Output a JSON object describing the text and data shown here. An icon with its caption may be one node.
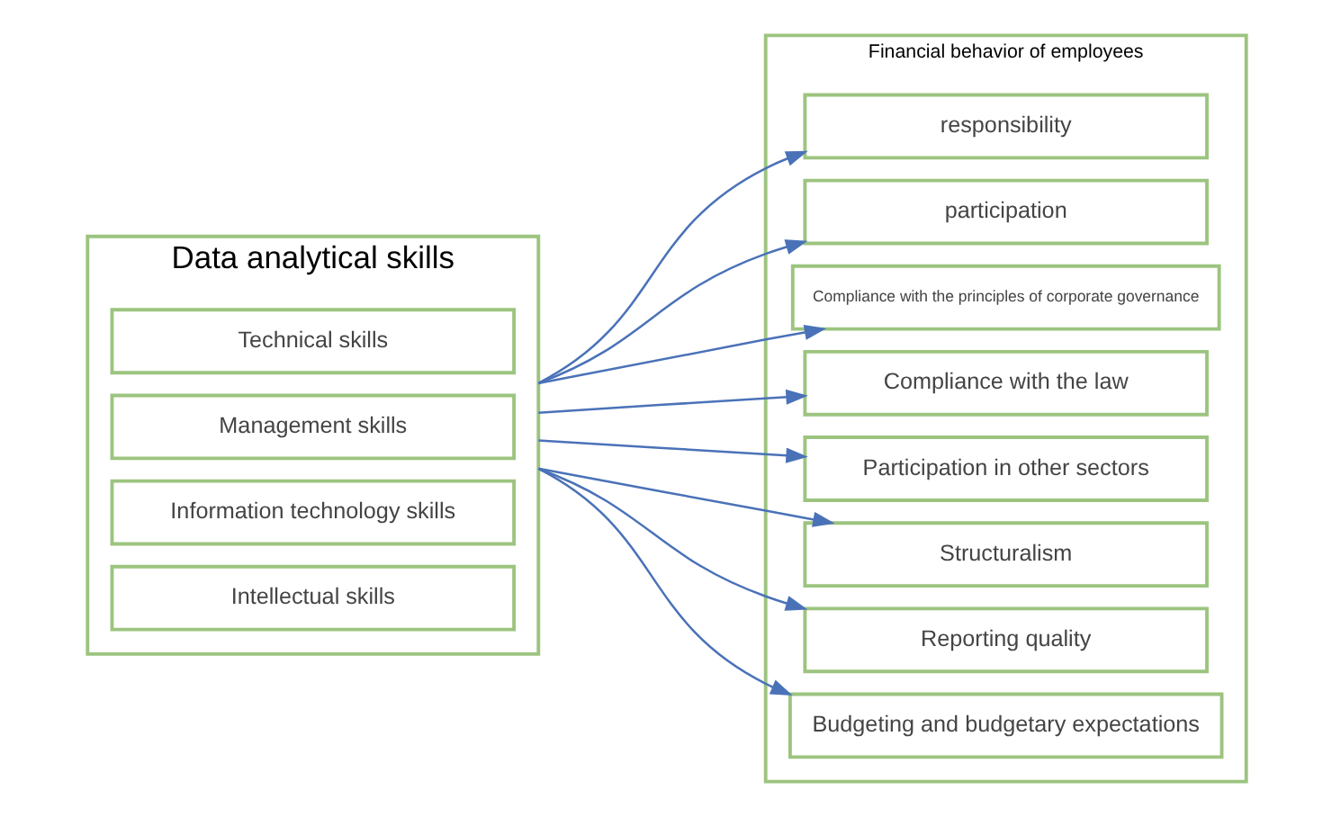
{
  "diagram": {
    "nodes": [
      {
        "text": [
          "Data analytical skills"
        ]
      },
      {
        "text": [
          "Technical skills"
        ],
        "in": 0
      },
      {
        "text": [
          "Management skills"
        ],
        "in": 0
      },
      {
        "text": [
          "Information technology skills"
        ],
        "in": 0
      },
      {
        "text": [
          "Intellectual skills"
        ],
        "in": 0
      },
      {
        "text": [
          "Financial behavior of employees"
        ]
      },
      {
        "text": [
          "responsibility"
        ],
        "in": 5
      },
      {
        "text": [
          "participation"
        ],
        "in": 5
      },
      {
        "text": [
          "Compliance with the principles of corporate governance"
        ],
        "in": 5
      },
      {
        "text": [
          "Compliance with the law"
        ],
        "in": 5
      },
      {
        "text": [
          "Participation in other sectors"
        ],
        "in": 5
      },
      {
        "text": [
          "Structuralism"
        ],
        "in": 5
      },
      {
        "text": [
          "Reporting quality"
        ],
        "in": 5
      },
      {
        "text": [
          "Budgeting and budgetary expectations"
        ],
        "in": 5
      }
    ],
    "edges": [
      {
        "from": 0,
        "to": 6,
        "arrow": "to"
      },
      {
        "from": 0,
        "to": 7,
        "arrow": "to"
      },
      {
        "from": 0,
        "to": 8,
        "arrow": "to"
      },
      {
        "from": 0,
        "to": 9,
        "arrow": "to"
      },
      {
        "from": 0,
        "to": 10,
        "arrow": "to"
      },
      {
        "from": 0,
        "to": 11,
        "arrow": "to"
      },
      {
        "from": 0,
        "to": 12,
        "arrow": "to"
      },
      {
        "from": 0,
        "to": 13,
        "arrow": "to"
      }
    ]
  }
}
